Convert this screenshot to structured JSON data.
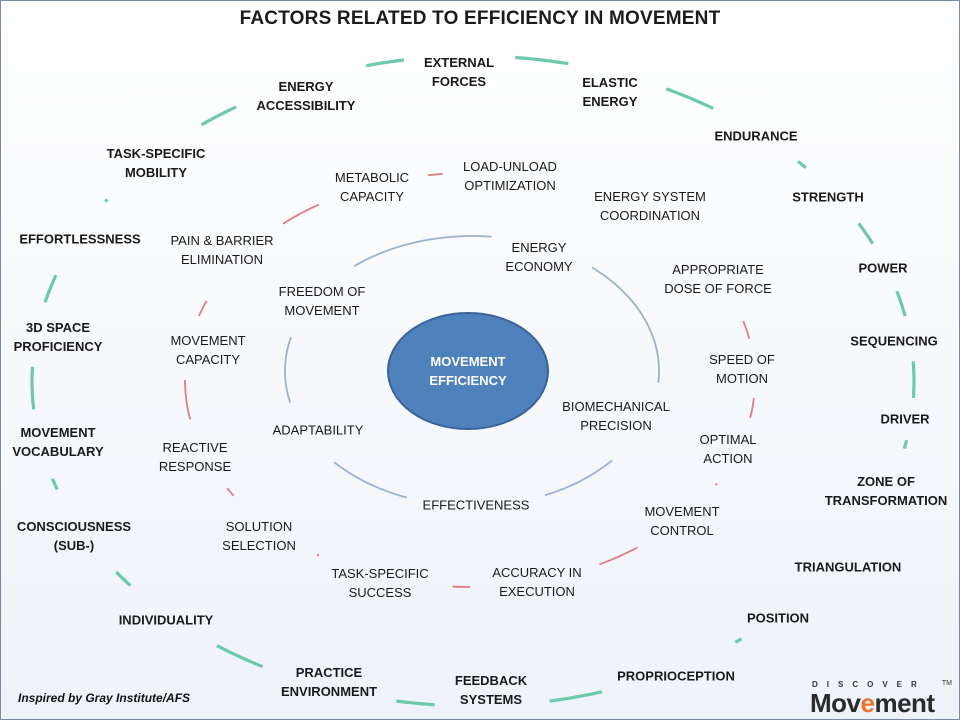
{
  "title": "FACTORS RELATED TO EFFICIENCY IN MOVEMENT",
  "center": "MOVEMENT\nEFFICIENCY",
  "credit": "Inspired by Gray Institute/AFS",
  "logo": {
    "top": "DISCOVER",
    "pre": "Mov",
    "accent": "e",
    "post": "ment",
    "tm": "TM"
  },
  "colors": {
    "outer_ring": "#6cc9a9",
    "middle_ring": "#e07c86",
    "inner_ring": "#9db2cc",
    "center_fill": "#4f81bd",
    "center_stroke": "#3a639a"
  },
  "outer_ring": [
    "EXTERNAL\nFORCES",
    "ELASTIC\nENERGY",
    "ENDURANCE",
    "STRENGTH",
    "POWER",
    "SEQUENCING",
    "DRIVER",
    "ZONE OF\nTRANSFORMATION",
    "TRIANGULATION",
    "POSITION",
    "PROPRIOCEPTION",
    "FEEDBACK\nSYSTEMS",
    "PRACTICE\nENVIRONMENT",
    "INDIVIDUALITY",
    "CONSCIOUSNESS\n(SUB-)",
    "MOVEMENT\nVOCABULARY",
    "3D SPACE\nPROFICIENCY",
    "EFFORTLESSNESS",
    "TASK-SPECIFIC\nMOBILITY",
    "ENERGY\nACCESSIBILITY"
  ],
  "middle_ring": [
    "LOAD-UNLOAD\nOPTIMIZATION",
    "ENERGY SYSTEM\nCOORDINATION",
    "APPROPRIATE\nDOSE OF FORCE",
    "SPEED OF\nMOTION",
    "OPTIMAL\nACTION",
    "MOVEMENT\nCONTROL",
    "ACCURACY IN\nEXECUTION",
    "TASK-SPECIFIC\nSUCCESS",
    "SOLUTION\nSELECTION",
    "REACTIVE\nRESPONSE",
    "MOVEMENT\nCAPACITY",
    "PAIN & BARRIER\nELIMINATION",
    "METABOLIC\nCAPACITY"
  ],
  "inner_ring": [
    "ENERGY\nECONOMY",
    "BIOMECHANICAL\nPRECISION",
    "EFFECTIVENESS",
    "ADAPTABILITY",
    "FREEDOM OF\nMOVEMENT"
  ]
}
